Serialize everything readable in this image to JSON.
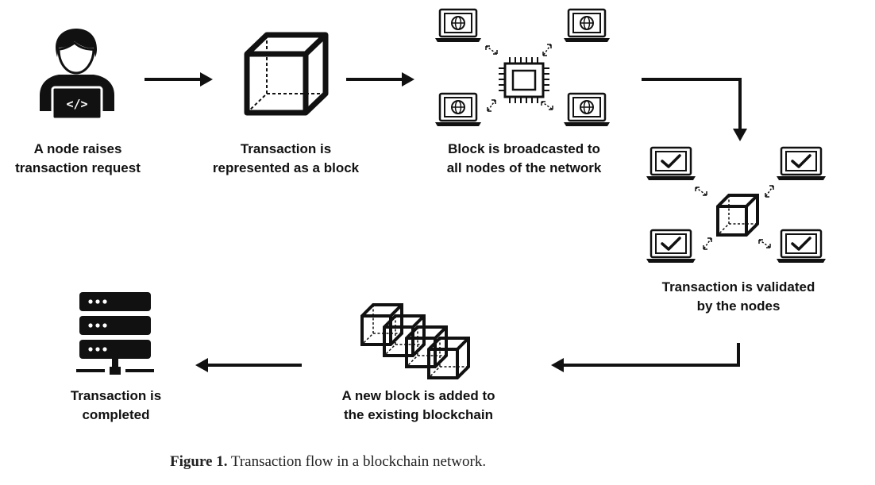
{
  "steps": [
    {
      "line1": "A node raises",
      "line2": "transaction request"
    },
    {
      "line1": "Transaction is",
      "line2": "represented as a block"
    },
    {
      "line1": "Block is broadcasted to",
      "line2": "all nodes of the network"
    },
    {
      "line1": "Transaction is validated",
      "line2": "by the nodes"
    },
    {
      "line1": "A new block is added to",
      "line2": "the existing blockchain"
    },
    {
      "line1": "Transaction is",
      "line2": "completed"
    }
  ],
  "caption": {
    "label": "Figure 1.",
    "text": " Transaction flow in a blockchain network."
  },
  "icons": [
    "user-coder-icon",
    "cube-icon",
    "network-broadcast-icon",
    "validation-icon",
    "blockchain-icon",
    "server-icon"
  ]
}
